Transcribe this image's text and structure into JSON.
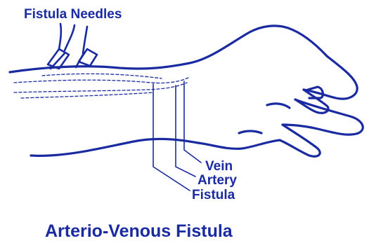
{
  "labels": {
    "needles": "Fistula Needles",
    "vein": "Vein",
    "artery": "Artery",
    "fistula": "Fistula"
  },
  "caption": "Arterio-Venous Fistula",
  "colors": {
    "ink": "#1a2aa0",
    "background": "#ffffff"
  }
}
